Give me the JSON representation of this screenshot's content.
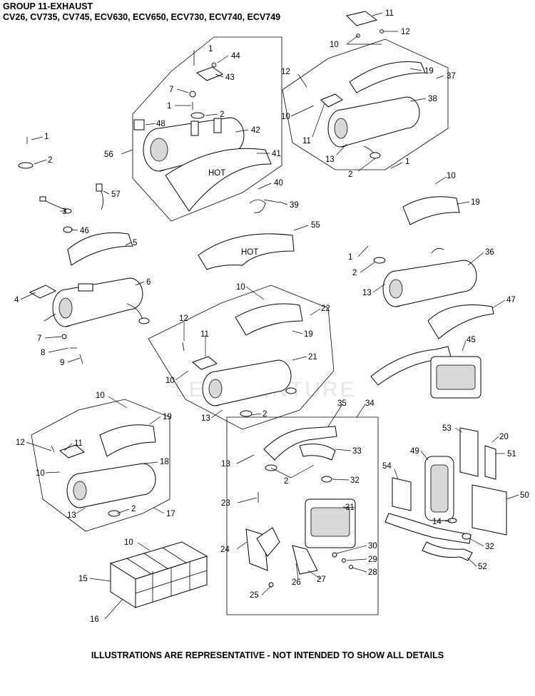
{
  "title_line1": "GROUP 11-EXHAUST",
  "title_line2": "CV26, CV735, CV745, ECV630, ECV650, ECV730, ECV740, ECV749",
  "footer": "ILLUSTRATIONS ARE REPRESENTATIVE - NOT INTENDED TO SHOW ALL DETAILS",
  "watermark": "LEADVENTURE",
  "heat_shield_text": "HOT",
  "callouts": [
    "1",
    "2",
    "3",
    "4",
    "5",
    "6",
    "7",
    "8",
    "9",
    "10",
    "11",
    "12",
    "13",
    "14",
    "15",
    "16",
    "17",
    "18",
    "19",
    "20",
    "21",
    "22",
    "23",
    "24",
    "25",
    "26",
    "27",
    "28",
    "29",
    "30",
    "31",
    "32",
    "33",
    "34",
    "35",
    "36",
    "37",
    "38",
    "39",
    "40",
    "41",
    "42",
    "43",
    "44",
    "45",
    "46",
    "47",
    "48",
    "49",
    "50",
    "51",
    "52",
    "53",
    "54",
    "55",
    "56",
    "57"
  ]
}
